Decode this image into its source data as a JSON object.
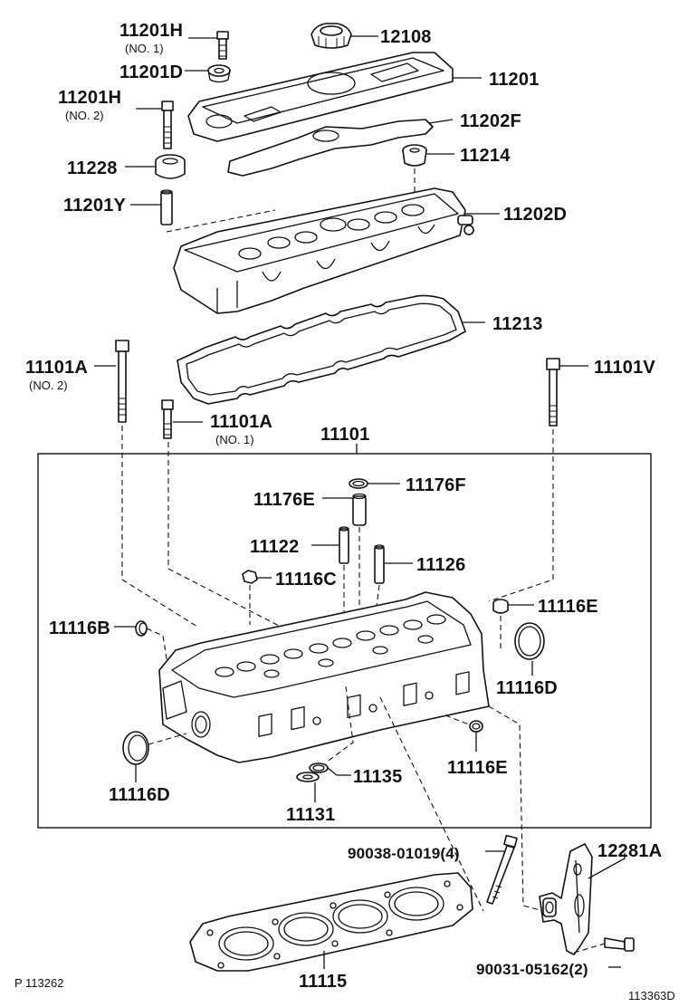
{
  "labels": {
    "l_11201H_1": "11201H",
    "l_11201H_1_sub": "(NO. 1)",
    "l_12108": "12108",
    "l_11201D": "11201D",
    "l_11201": "11201",
    "l_11201H_2": "11201H",
    "l_11201H_2_sub": "(NO. 2)",
    "l_11202F": "11202F",
    "l_11228": "11228",
    "l_11214": "11214",
    "l_11201Y": "11201Y",
    "l_11202D": "11202D",
    "l_11213": "11213",
    "l_11101A_2": "11101A",
    "l_11101A_2_sub": "(NO. 2)",
    "l_11101V": "11101V",
    "l_11101A_1": "11101A",
    "l_11101A_1_sub": "(NO. 1)",
    "l_11101": "11101",
    "l_11176F": "11176F",
    "l_11176E": "11176E",
    "l_11122": "11122",
    "l_11126": "11126",
    "l_11116C": "11116C",
    "l_11116E_top": "11116E",
    "l_11116B": "11116B",
    "l_11116D_right": "11116D",
    "l_11116D_left": "11116D",
    "l_11116E_bottom": "11116E",
    "l_11135": "11135",
    "l_11131": "11131",
    "l_90038": "90038-01019(4)",
    "l_12281A": "12281A",
    "l_11115": "11115",
    "l_90031": "90031-05162(2)"
  },
  "footer": {
    "left_code": "P 113262",
    "right_code": "113363D"
  }
}
